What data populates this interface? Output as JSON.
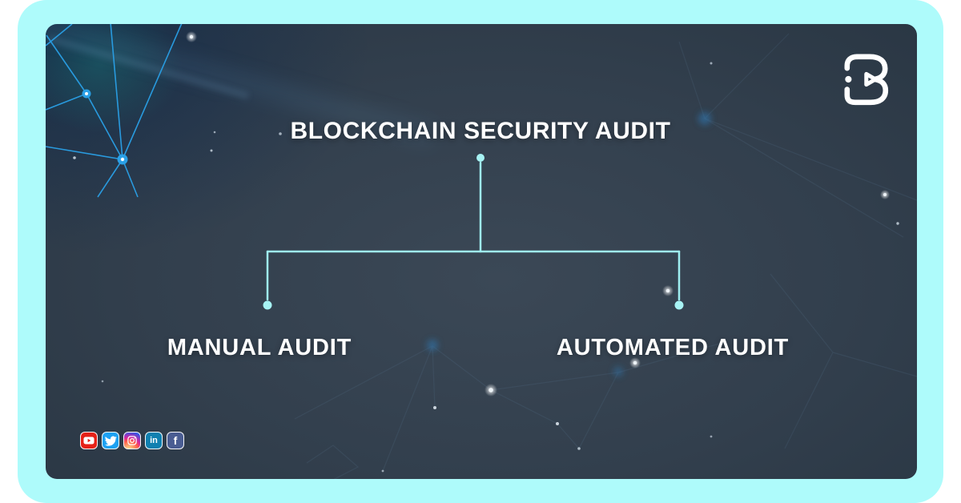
{
  "diagram": {
    "root": {
      "label": "BLOCKCHAIN SECURITY AUDIT"
    },
    "children": [
      {
        "label": "MANUAL AUDIT"
      },
      {
        "label": "AUTOMATED AUDIT"
      }
    ]
  },
  "brand": {
    "logo_icon": "ib-b-play-logo"
  },
  "social": {
    "youtube": {
      "icon": "youtube-play-icon",
      "color": "#e62117"
    },
    "twitter": {
      "icon": "twitter-bird-icon",
      "color": "#1da1f2"
    },
    "instagram": {
      "icon": "instagram-camera-icon",
      "color": "gradient(#fdf497,#fd5949,#d6249f,#285AEB)"
    },
    "linkedin": {
      "icon": "linkedin-in-icon",
      "label": "in",
      "color": "#1080b0"
    },
    "facebook": {
      "icon": "facebook-f-icon",
      "label": "f",
      "color": "#4a5d92"
    }
  },
  "colors": {
    "frame": "#aefbfb",
    "panel_base": "#2e3b48",
    "connector": "#9ff0f2",
    "constellation": "#2aa0e6",
    "text": "#ffffff"
  }
}
